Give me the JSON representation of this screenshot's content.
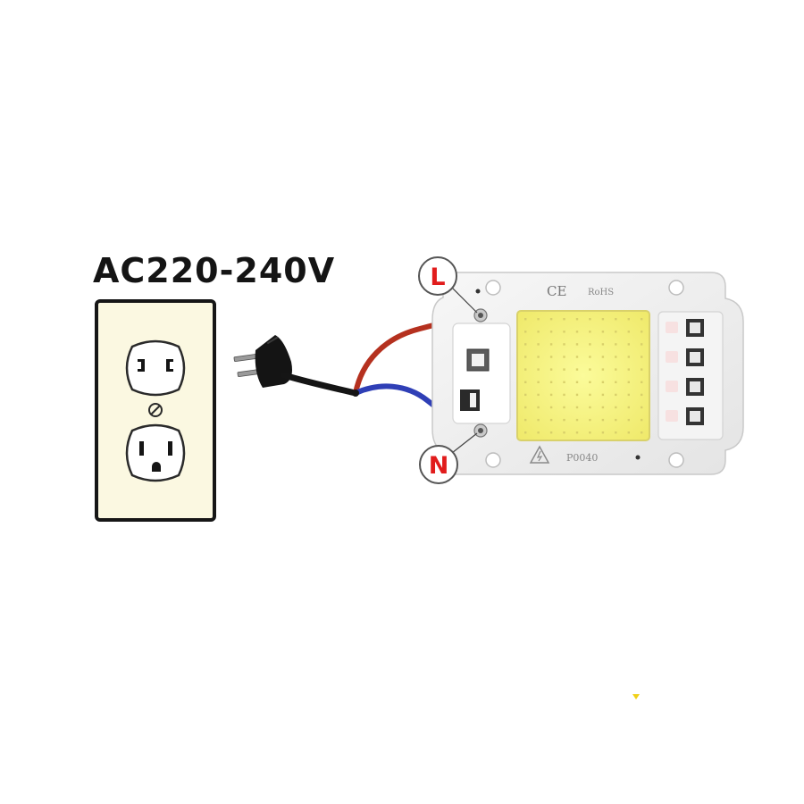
{
  "supply": {
    "voltage_label": "AC220-240V"
  },
  "terminals": {
    "live": "L",
    "neutral": "N"
  },
  "chip": {
    "ce_mark": "CE",
    "rohs_mark": "RoHS",
    "model": "P0040"
  },
  "colors": {
    "live_wire": "#b5311f",
    "neutral_wire": "#2f3fb6",
    "cord": "#151515",
    "outlet_plate": "#fbf8e1",
    "led_panel": "#f3f27a",
    "terminal_ring": "#e11c1c"
  },
  "icons": {
    "outlet": "duplex-outlet-icon",
    "plug": "two-prong-plug-icon",
    "warning": "high-voltage-warning-icon"
  }
}
